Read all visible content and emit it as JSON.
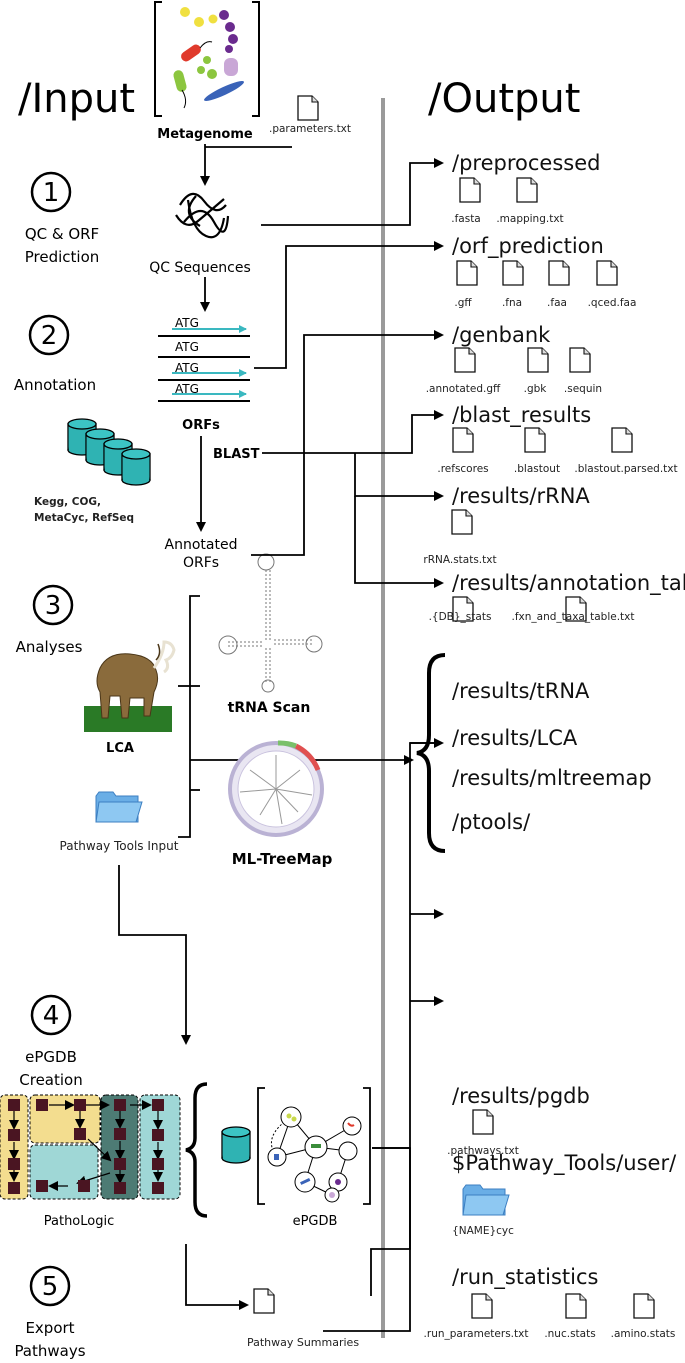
{
  "headers": {
    "input": "/Input",
    "output": "/Output"
  },
  "steps": [
    {
      "num": "1",
      "line1": "QC & ORF",
      "line2": "Prediction"
    },
    {
      "num": "2",
      "line1": "Annotation",
      "line2": ""
    },
    {
      "num": "3",
      "line1": "Analyses",
      "line2": ""
    },
    {
      "num": "4",
      "line1": "ePGDB",
      "line2": "Creation"
    },
    {
      "num": "5",
      "line1": "Export",
      "line2": "Pathways"
    }
  ],
  "nodes": {
    "metagenome": "Metagenome",
    "parameters": ".parameters.txt",
    "qc_sequences": "QC Sequences",
    "atg": "ATG",
    "orfs": "ORFs",
    "blast": "BLAST",
    "databases": [
      "Kegg, COG,",
      "MetaCyc, RefSeq"
    ],
    "annotated_orfs": [
      "Annotated",
      "ORFs"
    ],
    "lca": "LCA",
    "trna_scan": "tRNA Scan",
    "pathway_tools_input": "Pathway Tools Input",
    "ml_treemap": "ML-TreeMap",
    "pathologic": "PathoLogic",
    "epgdb": "ePGDB",
    "pathway_summaries": "Pathway Summaries"
  },
  "outputs": {
    "preprocessed": {
      "dir": "/preprocessed",
      "files": [
        ".fasta",
        ".mapping.txt"
      ]
    },
    "orf_prediction": {
      "dir": "/orf_prediction",
      "files": [
        ".gff",
        ".fna",
        ".faa",
        ".qced.faa"
      ]
    },
    "genbank": {
      "dir": "/genbank",
      "files": [
        ".annotated.gff",
        ".gbk",
        ".sequin"
      ]
    },
    "blast_results": {
      "dir": "/blast_results",
      "files": [
        ".refscores",
        ".blastout",
        ".blastout.parsed.txt"
      ]
    },
    "rrna": {
      "dir": "/results/rRNA",
      "files": [
        "rRNA.stats.txt"
      ]
    },
    "annotation_tables": {
      "dir": "/results/annotation_tables",
      "files": [
        ".{DB}_stats",
        ".fxn_and_taxa_table.txt"
      ]
    },
    "brace_group": [
      "/results/tRNA",
      "/results/LCA",
      "/results/mltreemap",
      "/ptools/"
    ],
    "pgdb": {
      "dir": "/results/pgdb",
      "files": [
        ".pathways.txt"
      ]
    },
    "pathway_tools_user": {
      "dir": "$Pathway_Tools/user/",
      "files": [
        "{NAME}cyc"
      ]
    },
    "run_statistics": {
      "dir": "/run_statistics",
      "files": [
        ".run_parameters.txt",
        ".nuc.stats",
        ".amino.stats"
      ]
    }
  },
  "colors": {
    "divider": "#9a9a9a",
    "cylinder": "#2fb3b3",
    "atg_arrow": "#3ab8c0",
    "pathologic_yellow": "#f3dd8f",
    "pathologic_teal": "#9fd7d6",
    "pathologic_dark": "#4d7b74",
    "node_square": "#4a1522",
    "folder": "#5aa0e0"
  }
}
